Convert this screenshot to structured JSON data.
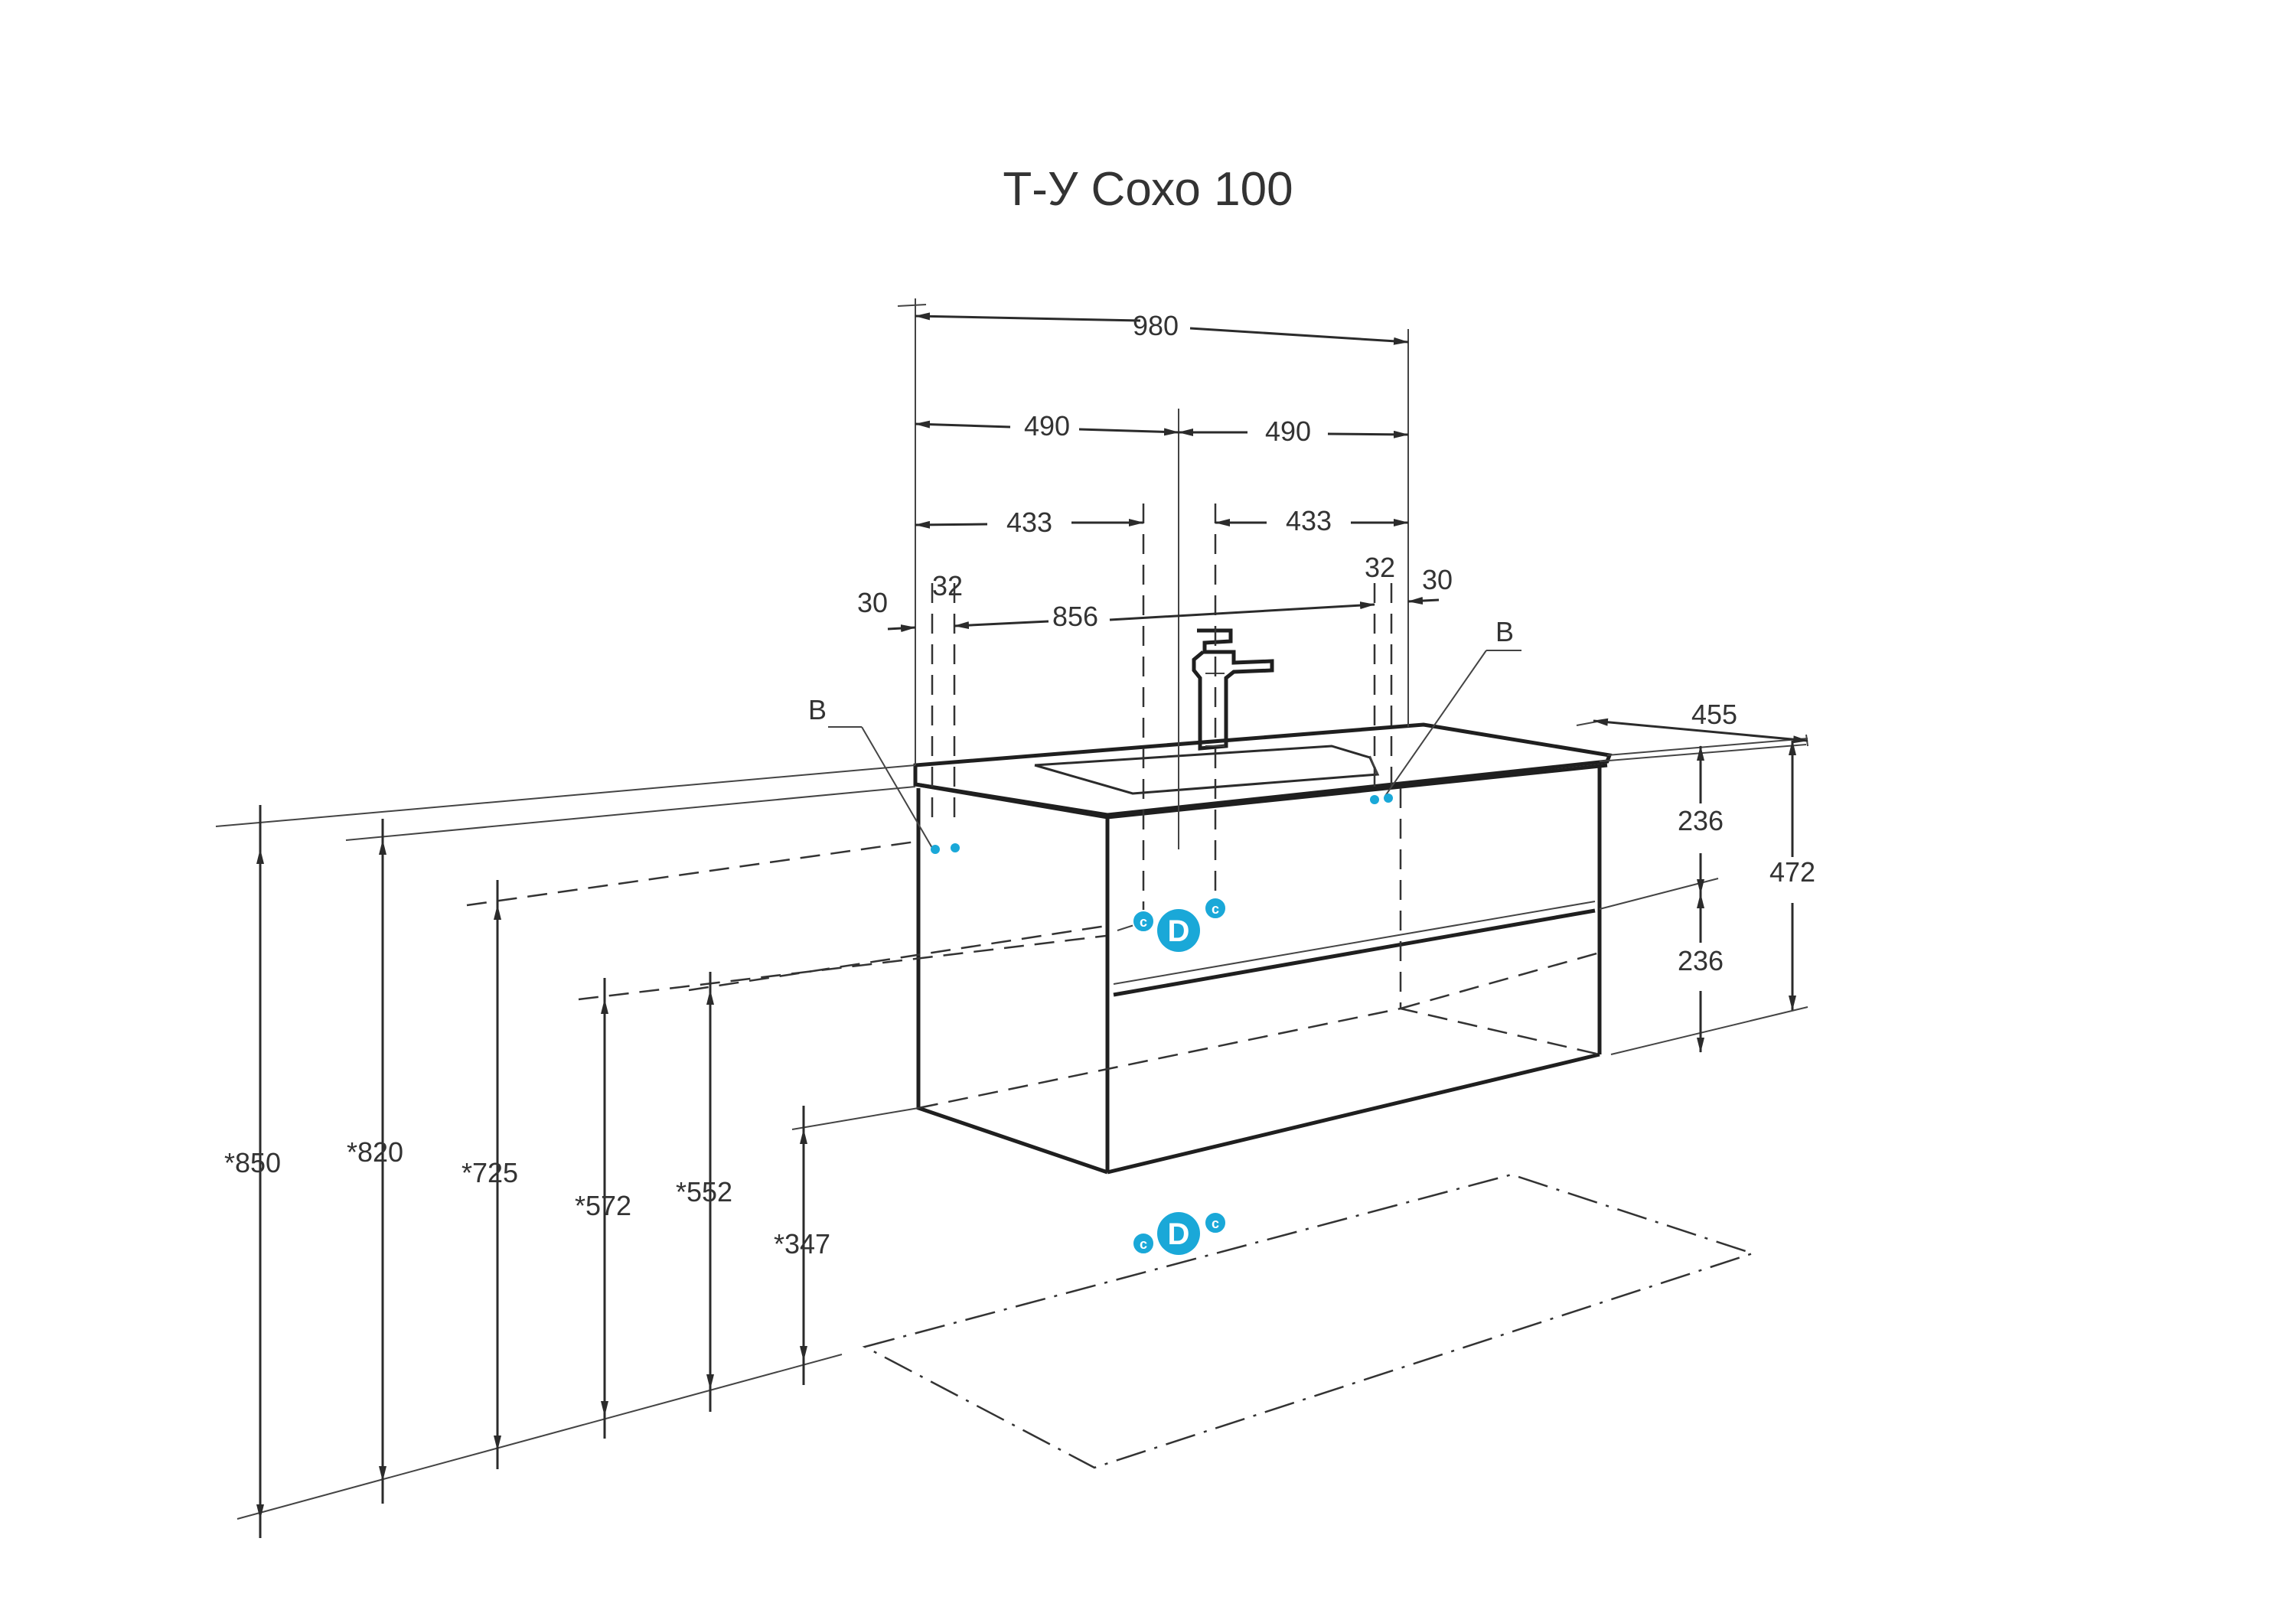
{
  "title": "Т-У Сохо 100",
  "dimensions": {
    "overall_width": "980",
    "left_half": "490",
    "right_half": "490",
    "left_433": "433",
    "right_433": "433",
    "left_30": "30",
    "left_32": "32",
    "mount_856": "856",
    "right_32": "32",
    "right_30": "30",
    "depth_455": "455",
    "drawer_top": "236",
    "drawer_bottom": "236",
    "cabinet_height": "472",
    "h850": "*850",
    "h820": "*820",
    "h725": "*725",
    "h572": "*572",
    "h552": "*552",
    "h347": "*347"
  },
  "labels": {
    "left_b": "B",
    "right_b": "B",
    "drain_d": "D",
    "water_c": "c",
    "floor_d": "D",
    "floor_c": "c"
  },
  "colors": {
    "line": "#2b2b2b",
    "marker": "#1aa8d8"
  }
}
